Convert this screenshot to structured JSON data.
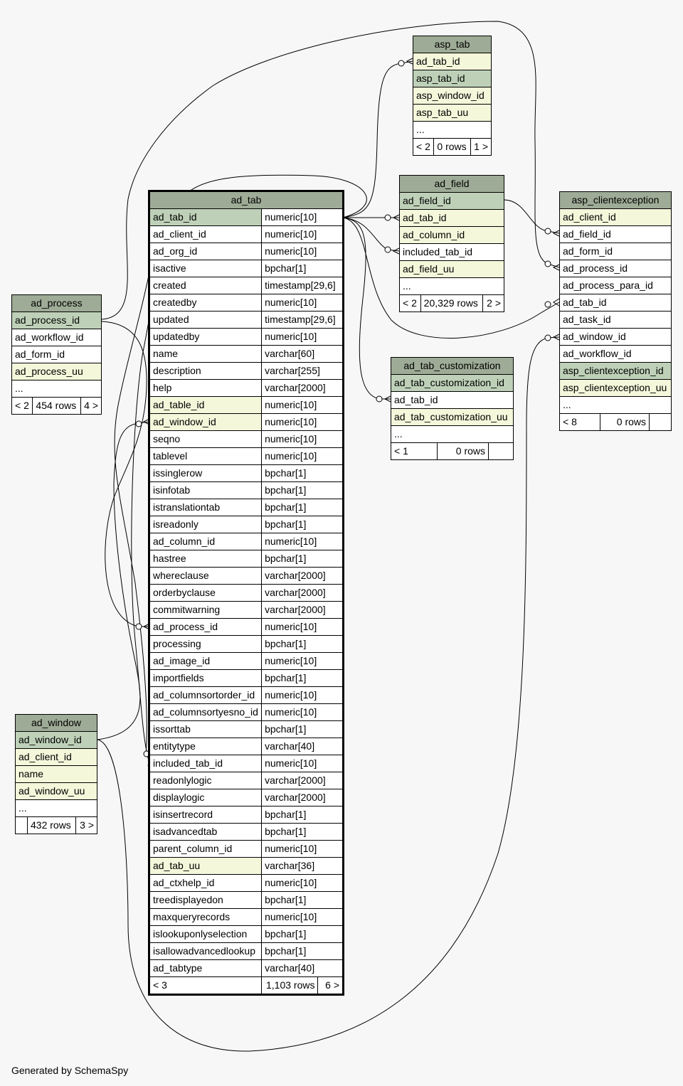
{
  "footer": "Generated by SchemaSpy",
  "tables": {
    "ad_tab": {
      "name": "ad_tab",
      "columns": [
        {
          "name": "ad_tab_id",
          "type": "numeric[10]",
          "kind": "pk"
        },
        {
          "name": "ad_client_id",
          "type": "numeric[10]",
          "kind": "plain"
        },
        {
          "name": "ad_org_id",
          "type": "numeric[10]",
          "kind": "plain"
        },
        {
          "name": "isactive",
          "type": "bpchar[1]",
          "kind": "plain"
        },
        {
          "name": "created",
          "type": "timestamp[29,6]",
          "kind": "plain"
        },
        {
          "name": "createdby",
          "type": "numeric[10]",
          "kind": "plain"
        },
        {
          "name": "updated",
          "type": "timestamp[29,6]",
          "kind": "plain"
        },
        {
          "name": "updatedby",
          "type": "numeric[10]",
          "kind": "plain"
        },
        {
          "name": "name",
          "type": "varchar[60]",
          "kind": "plain"
        },
        {
          "name": "description",
          "type": "varchar[255]",
          "kind": "plain"
        },
        {
          "name": "help",
          "type": "varchar[2000]",
          "kind": "plain"
        },
        {
          "name": "ad_table_id",
          "type": "numeric[10]",
          "kind": "fk"
        },
        {
          "name": "ad_window_id",
          "type": "numeric[10]",
          "kind": "fk"
        },
        {
          "name": "seqno",
          "type": "numeric[10]",
          "kind": "plain"
        },
        {
          "name": "tablevel",
          "type": "numeric[10]",
          "kind": "plain"
        },
        {
          "name": "issinglerow",
          "type": "bpchar[1]",
          "kind": "plain"
        },
        {
          "name": "isinfotab",
          "type": "bpchar[1]",
          "kind": "plain"
        },
        {
          "name": "istranslationtab",
          "type": "bpchar[1]",
          "kind": "plain"
        },
        {
          "name": "isreadonly",
          "type": "bpchar[1]",
          "kind": "plain"
        },
        {
          "name": "ad_column_id",
          "type": "numeric[10]",
          "kind": "plain"
        },
        {
          "name": "hastree",
          "type": "bpchar[1]",
          "kind": "plain"
        },
        {
          "name": "whereclause",
          "type": "varchar[2000]",
          "kind": "plain"
        },
        {
          "name": "orderbyclause",
          "type": "varchar[2000]",
          "kind": "plain"
        },
        {
          "name": "commitwarning",
          "type": "varchar[2000]",
          "kind": "plain"
        },
        {
          "name": "ad_process_id",
          "type": "numeric[10]",
          "kind": "plain"
        },
        {
          "name": "processing",
          "type": "bpchar[1]",
          "kind": "plain"
        },
        {
          "name": "ad_image_id",
          "type": "numeric[10]",
          "kind": "plain"
        },
        {
          "name": "importfields",
          "type": "bpchar[1]",
          "kind": "plain"
        },
        {
          "name": "ad_columnsortorder_id",
          "type": "numeric[10]",
          "kind": "plain"
        },
        {
          "name": "ad_columnsortyesno_id",
          "type": "numeric[10]",
          "kind": "plain"
        },
        {
          "name": "issorttab",
          "type": "bpchar[1]",
          "kind": "plain"
        },
        {
          "name": "entitytype",
          "type": "varchar[40]",
          "kind": "plain"
        },
        {
          "name": "included_tab_id",
          "type": "numeric[10]",
          "kind": "plain"
        },
        {
          "name": "readonlylogic",
          "type": "varchar[2000]",
          "kind": "plain"
        },
        {
          "name": "displaylogic",
          "type": "varchar[2000]",
          "kind": "plain"
        },
        {
          "name": "isinsertrecord",
          "type": "bpchar[1]",
          "kind": "plain"
        },
        {
          "name": "isadvancedtab",
          "type": "bpchar[1]",
          "kind": "plain"
        },
        {
          "name": "parent_column_id",
          "type": "numeric[10]",
          "kind": "plain"
        },
        {
          "name": "ad_tab_uu",
          "type": "varchar[36]",
          "kind": "fk"
        },
        {
          "name": "ad_ctxhelp_id",
          "type": "numeric[10]",
          "kind": "plain"
        },
        {
          "name": "treedisplayedon",
          "type": "bpchar[1]",
          "kind": "plain"
        },
        {
          "name": "maxqueryrecords",
          "type": "numeric[10]",
          "kind": "plain"
        },
        {
          "name": "islookuponlyselection",
          "type": "bpchar[1]",
          "kind": "plain"
        },
        {
          "name": "isallowadvancedlookup",
          "type": "bpchar[1]",
          "kind": "plain"
        },
        {
          "name": "ad_tabtype",
          "type": "varchar[40]",
          "kind": "plain"
        }
      ],
      "footer": {
        "parents": "< 3",
        "rows": "1,103 rows",
        "children": "6 >"
      }
    },
    "ad_process": {
      "name": "ad_process",
      "columns": [
        {
          "name": "ad_process_id",
          "kind": "pk"
        },
        {
          "name": "ad_workflow_id",
          "kind": "plain"
        },
        {
          "name": "ad_form_id",
          "kind": "plain"
        },
        {
          "name": "ad_process_uu",
          "kind": "fk"
        },
        {
          "name": "...",
          "kind": "plain"
        }
      ],
      "footer": {
        "parents": "< 2",
        "rows": "454 rows",
        "children": "4 >"
      }
    },
    "ad_window": {
      "name": "ad_window",
      "columns": [
        {
          "name": "ad_window_id",
          "kind": "pk"
        },
        {
          "name": "ad_client_id",
          "kind": "fk"
        },
        {
          "name": "name",
          "kind": "fk"
        },
        {
          "name": "ad_window_uu",
          "kind": "fk"
        },
        {
          "name": "...",
          "kind": "plain"
        }
      ],
      "footer": {
        "parents": "",
        "rows": "432 rows",
        "children": "3 >"
      }
    },
    "asp_tab": {
      "name": "asp_tab",
      "columns": [
        {
          "name": "ad_tab_id",
          "kind": "fk"
        },
        {
          "name": "asp_tab_id",
          "kind": "pk"
        },
        {
          "name": "asp_window_id",
          "kind": "fk"
        },
        {
          "name": "asp_tab_uu",
          "kind": "fk"
        },
        {
          "name": "...",
          "kind": "plain"
        }
      ],
      "footer": {
        "parents": "< 2",
        "rows": "0 rows",
        "children": "1 >"
      }
    },
    "ad_field": {
      "name": "ad_field",
      "columns": [
        {
          "name": "ad_field_id",
          "kind": "pk"
        },
        {
          "name": "ad_tab_id",
          "kind": "fk"
        },
        {
          "name": "ad_column_id",
          "kind": "fk"
        },
        {
          "name": "included_tab_id",
          "kind": "plain"
        },
        {
          "name": "ad_field_uu",
          "kind": "fk"
        },
        {
          "name": "...",
          "kind": "plain"
        }
      ],
      "footer": {
        "parents": "< 2",
        "rows": "20,329 rows",
        "children": "2 >"
      }
    },
    "ad_tab_customization": {
      "name": "ad_tab_customization",
      "columns": [
        {
          "name": "ad_tab_customization_id",
          "kind": "pk"
        },
        {
          "name": "ad_tab_id",
          "kind": "plain"
        },
        {
          "name": "ad_tab_customization_uu",
          "kind": "fk"
        },
        {
          "name": "...",
          "kind": "plain"
        }
      ],
      "footer": {
        "parents": "< 1",
        "rows": "0 rows",
        "children": ""
      }
    },
    "asp_clientexception": {
      "name": "asp_clientexception",
      "columns": [
        {
          "name": "ad_client_id",
          "kind": "fk"
        },
        {
          "name": "ad_field_id",
          "kind": "plain"
        },
        {
          "name": "ad_form_id",
          "kind": "plain"
        },
        {
          "name": "ad_process_id",
          "kind": "plain"
        },
        {
          "name": "ad_process_para_id",
          "kind": "plain"
        },
        {
          "name": "ad_tab_id",
          "kind": "plain"
        },
        {
          "name": "ad_task_id",
          "kind": "plain"
        },
        {
          "name": "ad_window_id",
          "kind": "plain"
        },
        {
          "name": "ad_workflow_id",
          "kind": "plain"
        },
        {
          "name": "asp_clientexception_id",
          "kind": "pk"
        },
        {
          "name": "asp_clientexception_uu",
          "kind": "fk"
        },
        {
          "name": "...",
          "kind": "plain"
        }
      ],
      "footer": {
        "parents": "< 8",
        "rows": "0 rows",
        "children": ""
      }
    }
  }
}
